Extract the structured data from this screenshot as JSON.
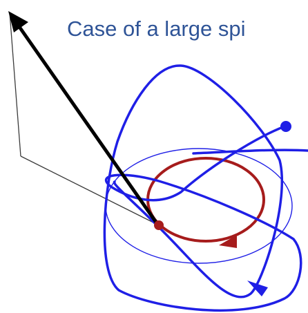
{
  "caption": {
    "text": "Case of a large spi"
  },
  "colors": {
    "caption": "#2f5497",
    "orbit": "#1f1fe6",
    "spin_circle": "#a61c1c",
    "vector": "#000000",
    "construction_line": "#3a3a3a",
    "background": "#ffffff"
  },
  "icons": {
    "vector_arrowhead": "arrowhead-black",
    "orbit_arrowhead": "arrowhead-blue",
    "spin_arrowhead": "arrowhead-red",
    "orbit_start_marker": "filled-circle-blue",
    "center_marker": "filled-circle-red"
  }
}
